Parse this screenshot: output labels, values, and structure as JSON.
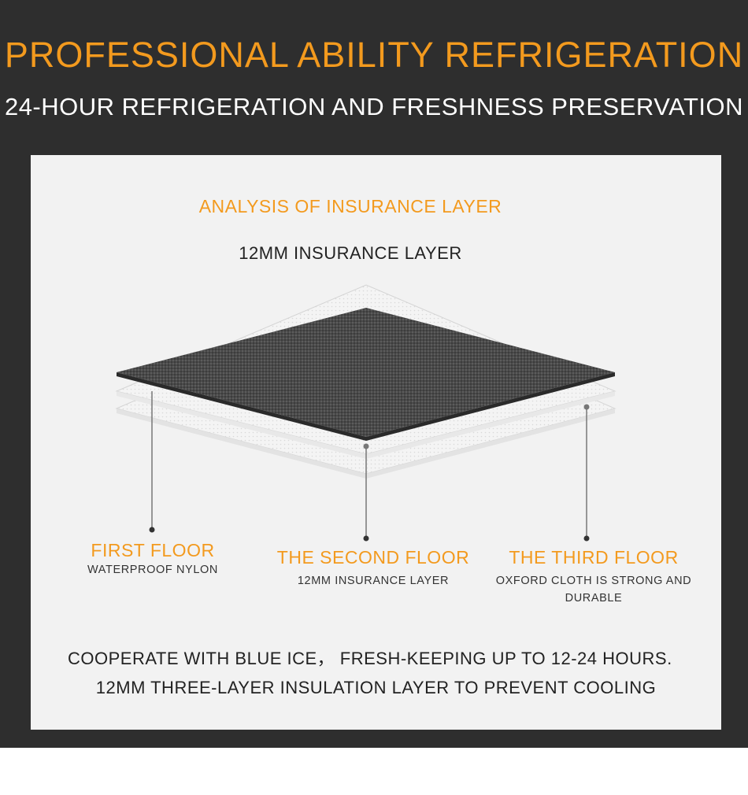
{
  "banner": {
    "title": "PROFESSIONAL ABILITY REFRIGERATION",
    "subtitle": "24-HOUR REFRIGERATION AND FRESHNESS PRESERVATION"
  },
  "panel": {
    "heading": "ANALYSIS OF INSURANCE LAYER",
    "subheading": "12MM INSURANCE LAYER",
    "floors": [
      {
        "title": "FIRST FLOOR",
        "description": "WATERPROOF NYLON"
      },
      {
        "title": "THE SECOND FLOOR",
        "description": "12MM INSURANCE LAYER"
      },
      {
        "title": "THE THIRD FLOOR",
        "description": "OXFORD CLOTH IS STRONG AND DURABLE"
      }
    ],
    "footer": [
      "COOPERATE WITH BLUE ICE，  FRESH-KEEPING UP TO 12-24 HOURS.",
      "12MM THREE-LAYER INSULATION LAYER TO PREVENT COOLING"
    ]
  },
  "colors": {
    "background": "#2e2e2e",
    "panel": "#f2f2f2",
    "accent": "#f39a1e",
    "fabric": "#4a4a4a"
  }
}
